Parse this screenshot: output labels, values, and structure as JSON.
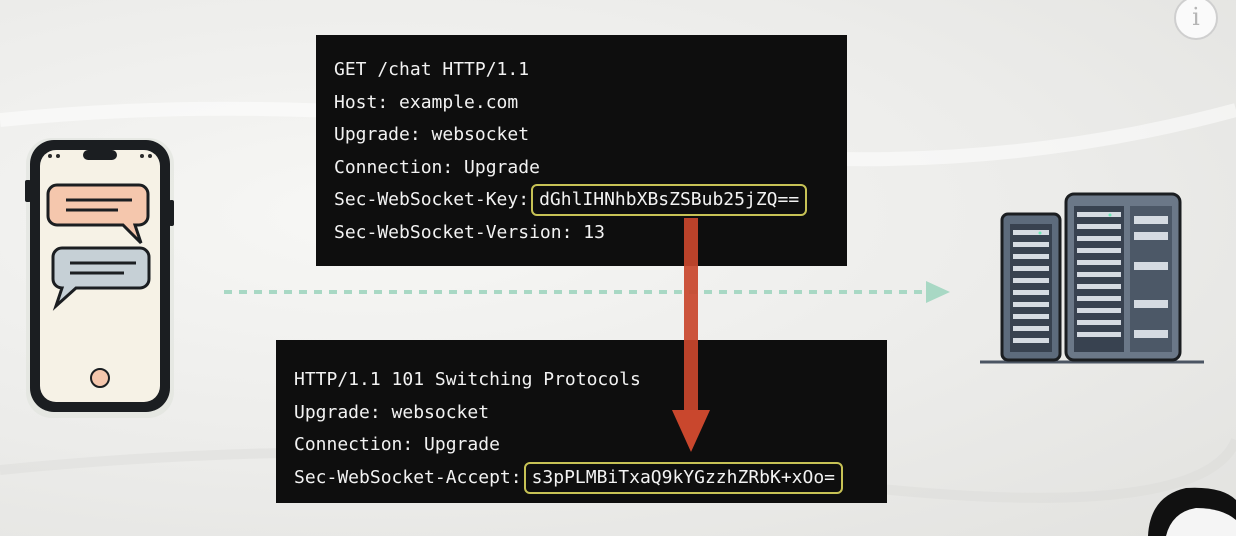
{
  "request": {
    "lines": [
      "GET /chat HTTP/1.1",
      "Host: example.com",
      "Upgrade: websocket",
      "Connection: Upgrade"
    ],
    "key_label": "Sec-WebSocket-Key:",
    "key_value": "dGhlIHNhbXBsZSBub25jZQ==",
    "version_line": "Sec-WebSocket-Version: 13"
  },
  "response": {
    "lines": [
      "HTTP/1.1 101 Switching Protocols",
      "Upgrade: websocket",
      "Connection: Upgrade"
    ],
    "accept_label": "Sec-WebSocket-Accept:",
    "accept_value": "s3pPLMBiTxaQ9kYGzzhZRbK+xOo="
  },
  "colors": {
    "highlight": "#c7c255",
    "arrow": "#c9472d",
    "dotted_line": "#a8d8c4",
    "box_bg": "#0e0e0e"
  },
  "icons": {
    "info": "i",
    "client": "smartphone-chat-icon",
    "server": "server-rack-icon"
  }
}
